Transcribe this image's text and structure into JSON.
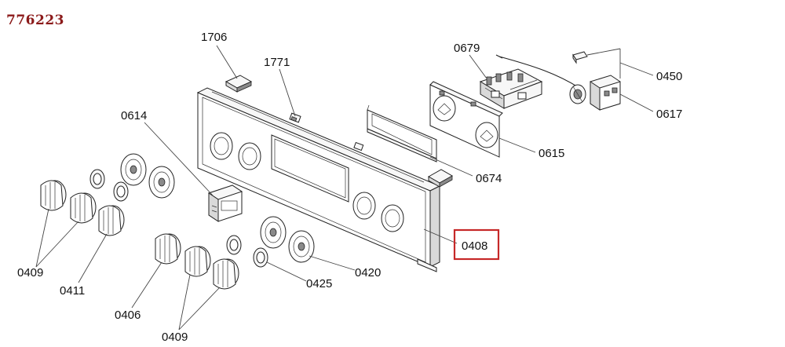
{
  "title": "776223",
  "highlight": {
    "part": "0408",
    "color": "#c62828"
  },
  "title_color": "#8b1a1a",
  "labels": {
    "p1706": "1706",
    "p1771": "1771",
    "p0679": "0679",
    "p0450": "0450",
    "p0617": "0617",
    "p0614": "0614",
    "p0615": "0615",
    "p0674": "0674",
    "p0408": "0408",
    "p0409_left": "0409",
    "p0411": "0411",
    "p0406": "0406",
    "p0409_bottom": "0409",
    "p0425": "0425",
    "p0420": "0420"
  }
}
